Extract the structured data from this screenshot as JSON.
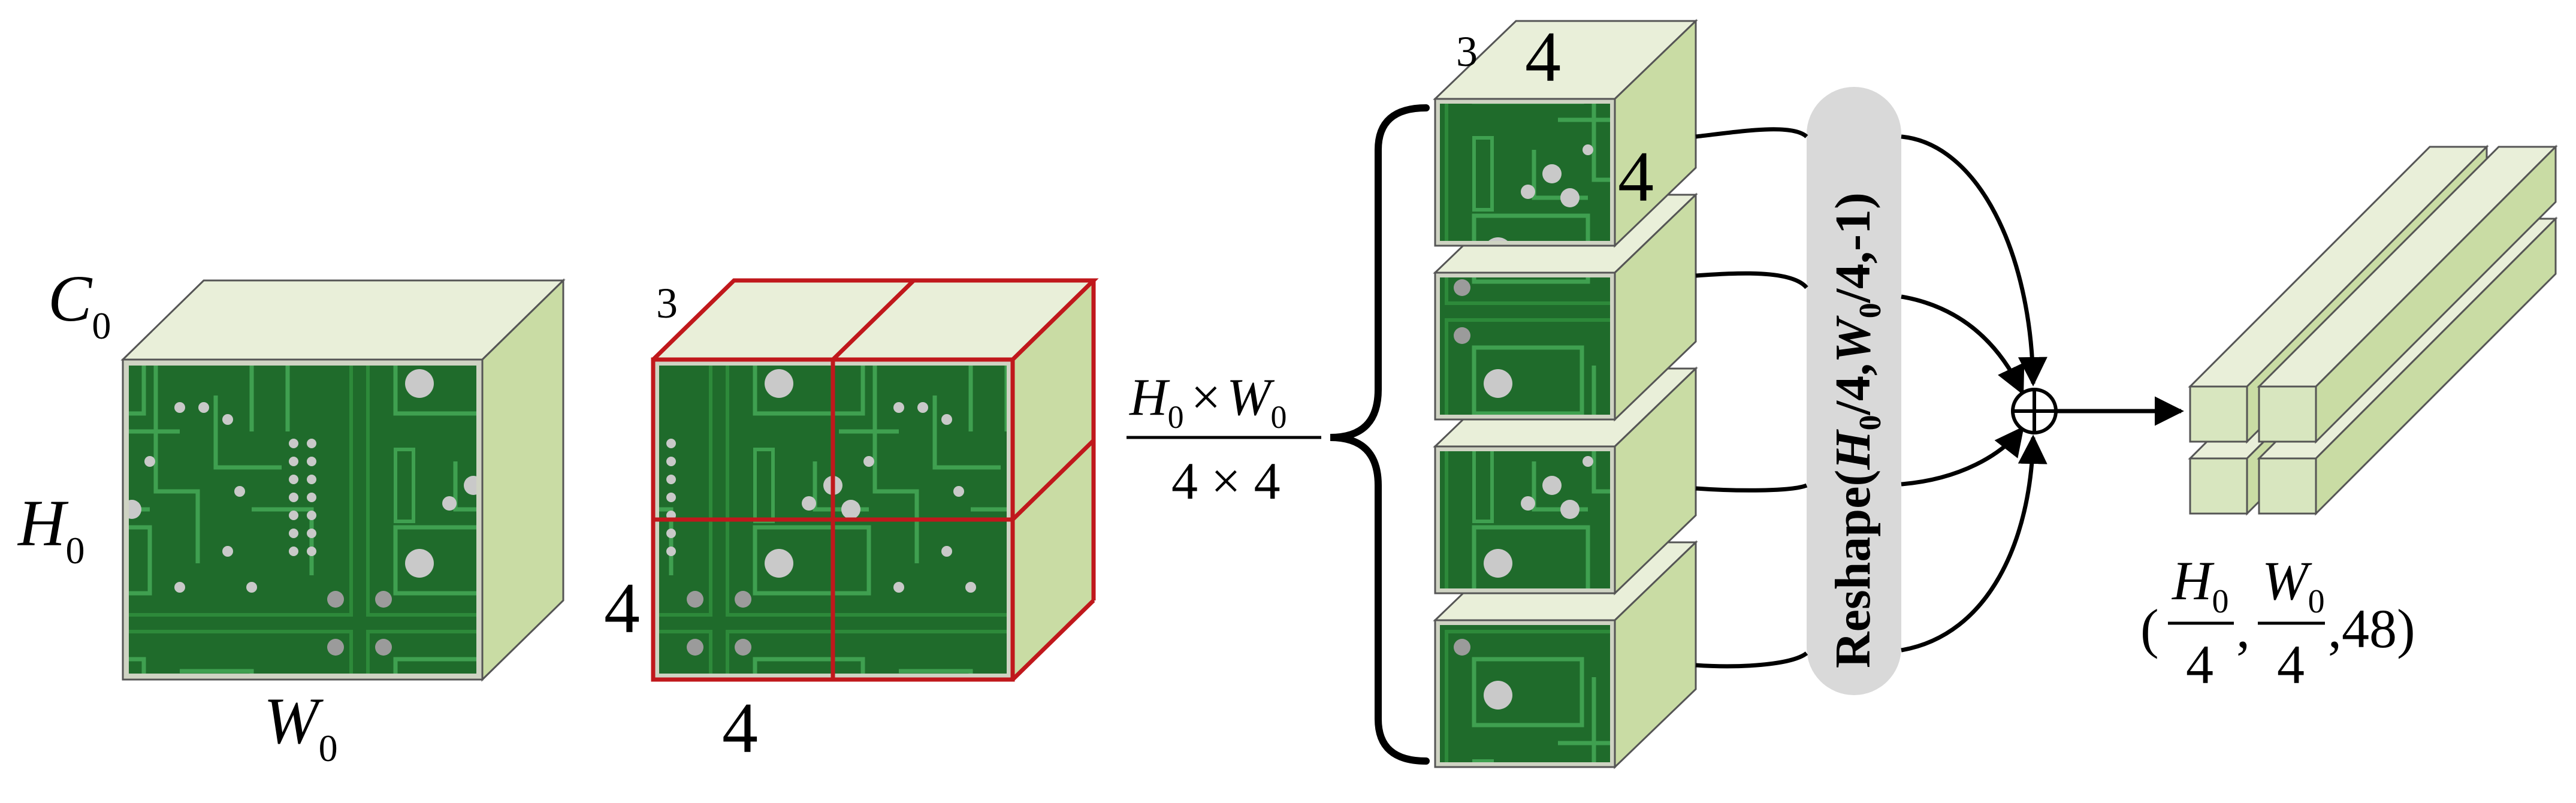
{
  "input_cube": {
    "channel_label": "C",
    "channel_sub": "0",
    "height_label": "H",
    "height_sub": "0",
    "width_label": "W",
    "width_sub": "0"
  },
  "patch_cube": {
    "depth_label": "3",
    "height_label": "4",
    "width_label": "4"
  },
  "patch_count": {
    "numerator_h": "H",
    "numerator_h_sub": "0",
    "times": "×",
    "numerator_w": "W",
    "numerator_w_sub": "0",
    "denominator": "4 × 4"
  },
  "patch_stack": {
    "depth_label": "3",
    "width_label": "4",
    "height_label": "4",
    "patch_count": 4
  },
  "reshape": {
    "label_prefix": "Reshape(",
    "h_symbol": "H",
    "h_sub": "0",
    "mid1": "/4,",
    "w_symbol": "W",
    "w_sub": "0",
    "label_suffix": "/4,-1)"
  },
  "operator": {
    "symbol": "⊕"
  },
  "output": {
    "open_paren": "(",
    "h": "H",
    "h_sub": "0",
    "h_den": "4",
    "comma1": ",",
    "w": "W",
    "w_sub": "0",
    "w_den": "4",
    "tail": ",48)"
  },
  "colors": {
    "pcb_green": "#1f6b2b",
    "pcb_dark": "#0e3d17",
    "face_top": "#e9efd9",
    "face_side": "#c9dca4",
    "grid_red": "#c0181c",
    "reshape_bg": "#d9d9d9"
  }
}
